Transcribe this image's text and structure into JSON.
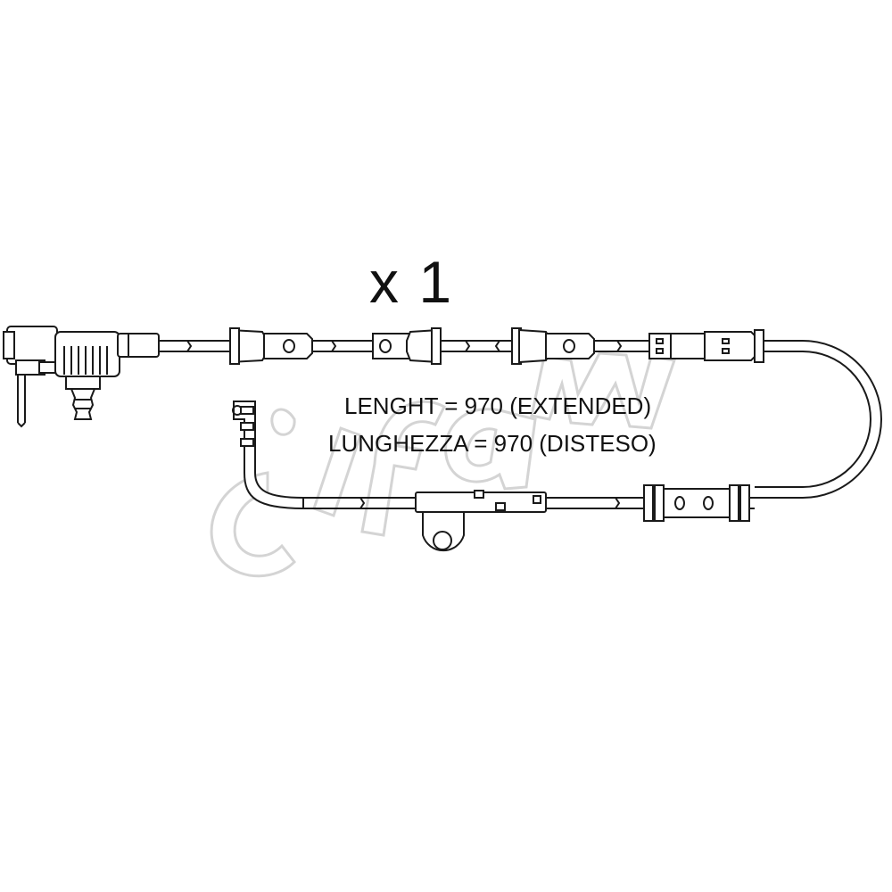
{
  "quantity_label": "x 1",
  "length_label_en": "LENGHT = 970 (EXTENDED)",
  "length_label_it": "LUNGHEZZA = 970 (DISTESO)",
  "watermark_icon": "cifam-logo-watermark",
  "colors": {
    "line": "#1a1a1a",
    "watermark": "#d4d4d4",
    "background": "#ffffff"
  }
}
